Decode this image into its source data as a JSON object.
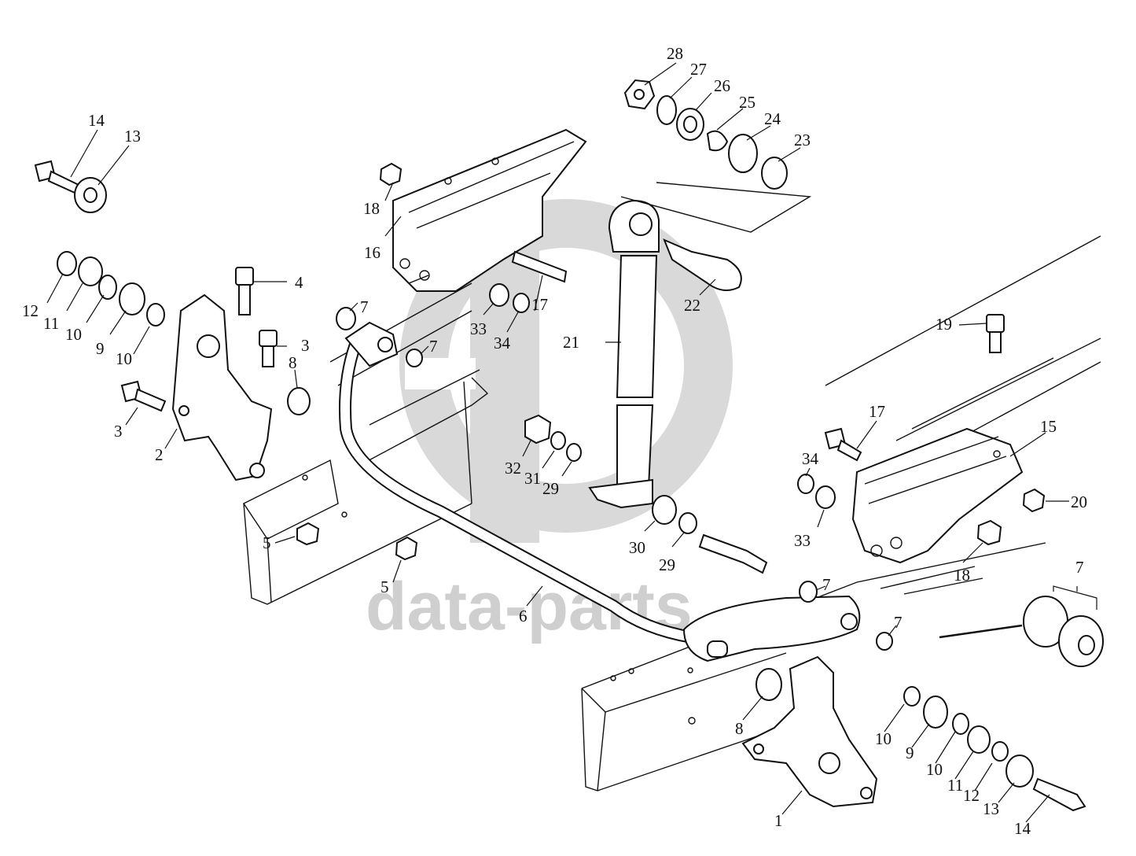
{
  "watermark": {
    "text": "data-parts",
    "color": "#cfcfcf"
  },
  "diagram": {
    "type": "exploded parts diagram",
    "callouts": [
      {
        "id": "c1",
        "label": "1"
      },
      {
        "id": "c2",
        "label": "2"
      },
      {
        "id": "c3a",
        "label": "3"
      },
      {
        "id": "c3b",
        "label": "3"
      },
      {
        "id": "c4",
        "label": "4"
      },
      {
        "id": "c5a",
        "label": "5"
      },
      {
        "id": "c5b",
        "label": "5"
      },
      {
        "id": "c6",
        "label": "6"
      },
      {
        "id": "c7a",
        "label": "7"
      },
      {
        "id": "c7b",
        "label": "7"
      },
      {
        "id": "c7c",
        "label": "7"
      },
      {
        "id": "c7d",
        "label": "7"
      },
      {
        "id": "c7e",
        "label": "7"
      },
      {
        "id": "c8a",
        "label": "8"
      },
      {
        "id": "c8b",
        "label": "8"
      },
      {
        "id": "c9a",
        "label": "9"
      },
      {
        "id": "c9b",
        "label": "9"
      },
      {
        "id": "c10a",
        "label": "10"
      },
      {
        "id": "c10b",
        "label": "10"
      },
      {
        "id": "c10c",
        "label": "10"
      },
      {
        "id": "c10d",
        "label": "10"
      },
      {
        "id": "c11a",
        "label": "11"
      },
      {
        "id": "c11b",
        "label": "11"
      },
      {
        "id": "c12a",
        "label": "12"
      },
      {
        "id": "c12b",
        "label": "12"
      },
      {
        "id": "c13a",
        "label": "13"
      },
      {
        "id": "c13b",
        "label": "13"
      },
      {
        "id": "c14a",
        "label": "14"
      },
      {
        "id": "c14b",
        "label": "14"
      },
      {
        "id": "c15",
        "label": "15"
      },
      {
        "id": "c16",
        "label": "16"
      },
      {
        "id": "c17a",
        "label": "17"
      },
      {
        "id": "c17b",
        "label": "17"
      },
      {
        "id": "c18a",
        "label": "18"
      },
      {
        "id": "c18b",
        "label": "18"
      },
      {
        "id": "c19",
        "label": "19"
      },
      {
        "id": "c20",
        "label": "20"
      },
      {
        "id": "c21",
        "label": "21"
      },
      {
        "id": "c22",
        "label": "22"
      },
      {
        "id": "c23",
        "label": "23"
      },
      {
        "id": "c24",
        "label": "24"
      },
      {
        "id": "c25",
        "label": "25"
      },
      {
        "id": "c26",
        "label": "26"
      },
      {
        "id": "c27",
        "label": "27"
      },
      {
        "id": "c28",
        "label": "28"
      },
      {
        "id": "c29a",
        "label": "29"
      },
      {
        "id": "c29b",
        "label": "29"
      },
      {
        "id": "c30",
        "label": "30"
      },
      {
        "id": "c31",
        "label": "31"
      },
      {
        "id": "c32",
        "label": "32"
      },
      {
        "id": "c33a",
        "label": "33"
      },
      {
        "id": "c33b",
        "label": "33"
      },
      {
        "id": "c34a",
        "label": "34"
      },
      {
        "id": "c34b",
        "label": "34"
      }
    ]
  }
}
